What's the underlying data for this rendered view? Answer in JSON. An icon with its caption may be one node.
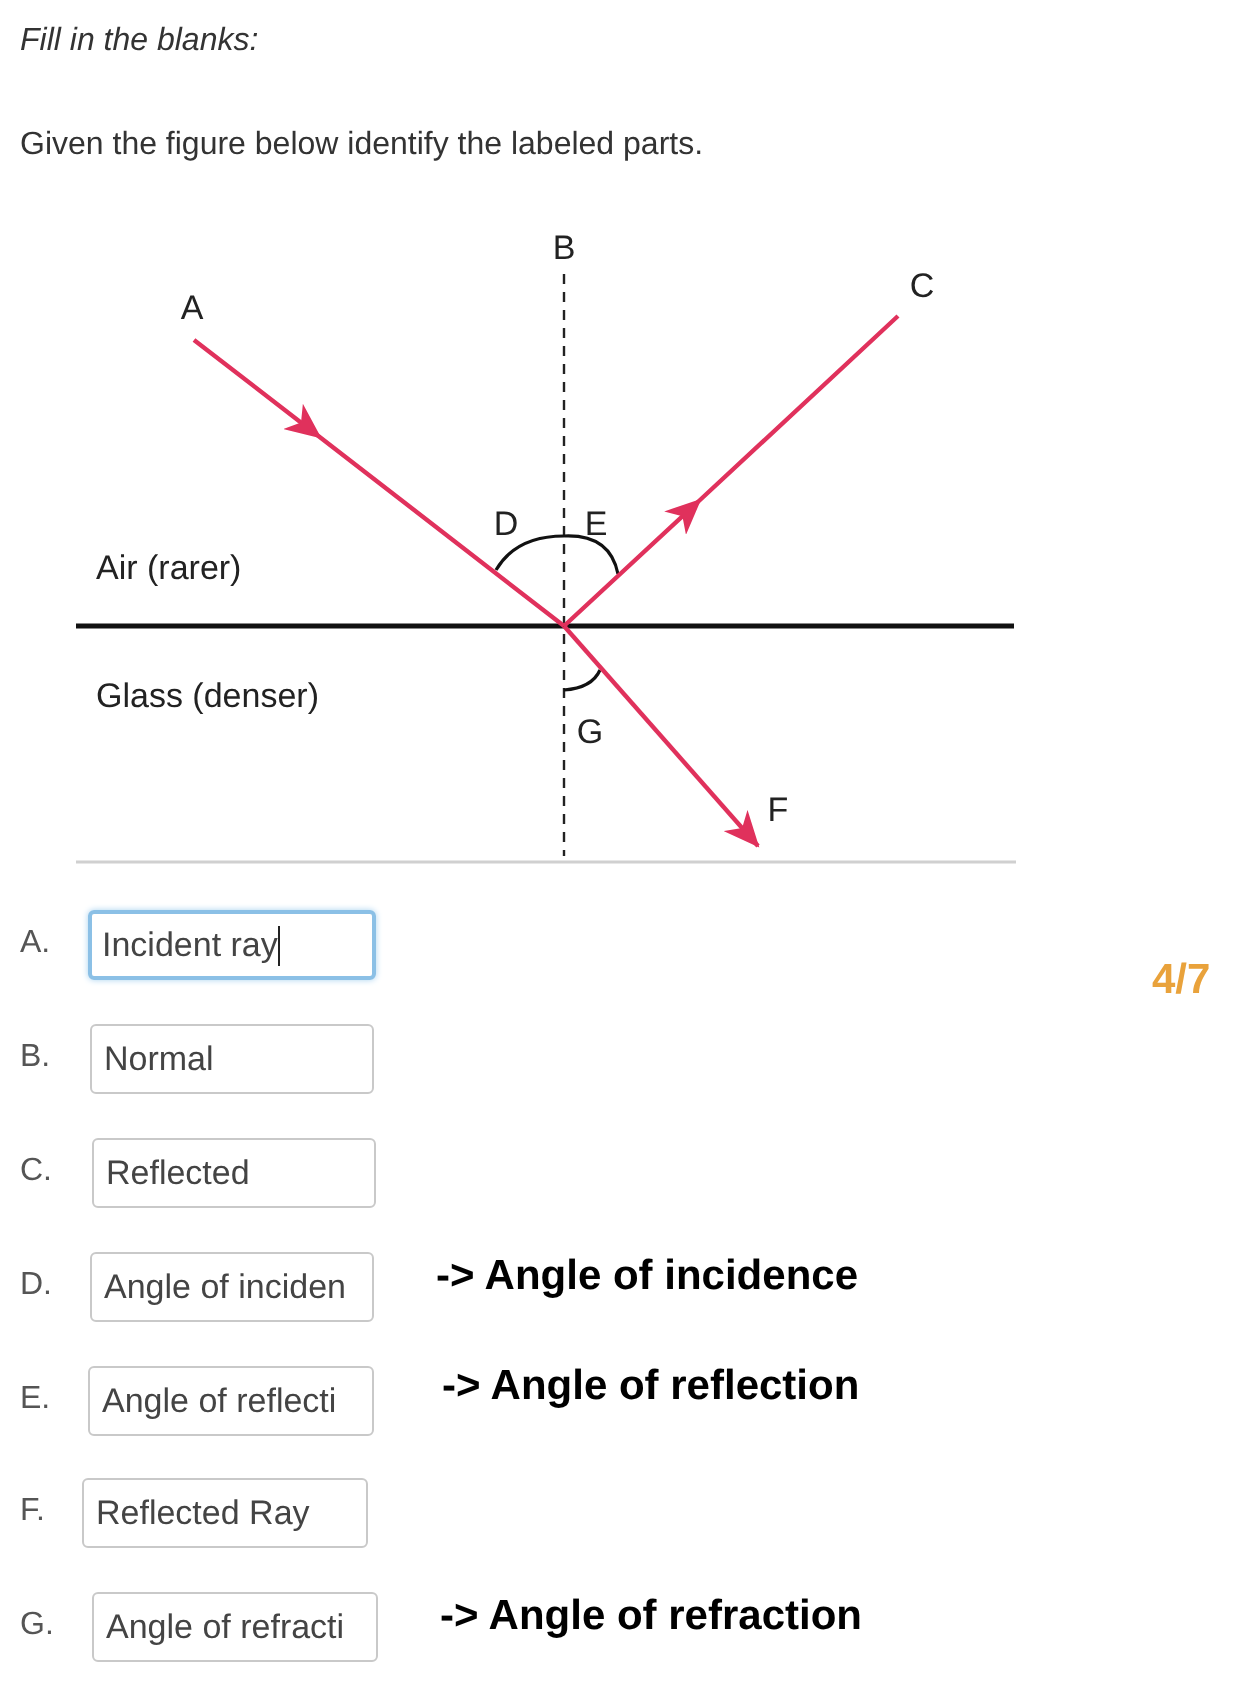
{
  "diagram": {
    "labels": [
      "Fill in the blanks:",
      "Given the figure below identify the labeled parts.",
      "B",
      "A",
      "C",
      "D",
      "E",
      "Air (rarer)",
      "Glass (denser)",
      "G",
      "F",
      "A.",
      "Incident ray",
      "4/7",
      "B.",
      "Normal",
      "C.",
      "Reflected",
      "D.",
      "Angle of inciden",
      "-> Angle of incidence",
      "E.",
      "Angle of reflecti",
      "-> Angle of reflection",
      "F.",
      "Reflected Ray",
      "G.",
      "Angle of refracti",
      "-> Angle of refraction"
    ]
  }
}
